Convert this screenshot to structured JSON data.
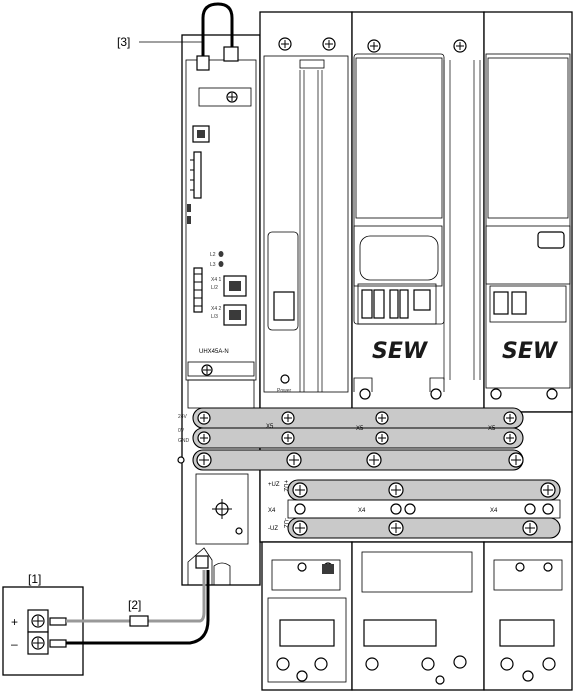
{
  "callouts": {
    "c1": "[1]",
    "c2": "[2]",
    "c3": "[3]"
  },
  "polarity": {
    "plus": "+",
    "minus": "–"
  },
  "controller": {
    "model": "UHX45A-N",
    "ports": [
      "X4 1",
      "L/2",
      "X4 2",
      "L/3"
    ],
    "leds": [
      "L2",
      "L3"
    ],
    "bottom_labels": [
      "24V",
      "0V",
      "GND"
    ]
  },
  "bus_labels": {
    "x5a": "X5",
    "x5b": "X5",
    "x5c": "X5",
    "x4a": "X4",
    "x4b": "X4",
    "uz_plus": "+UZ",
    "uz_minus": "-UZ",
    "uz_plus_rot": "+UZ",
    "uz_minus_rot": "-UZ"
  },
  "modules": {
    "brand": "SEW",
    "power_label": "Power"
  }
}
